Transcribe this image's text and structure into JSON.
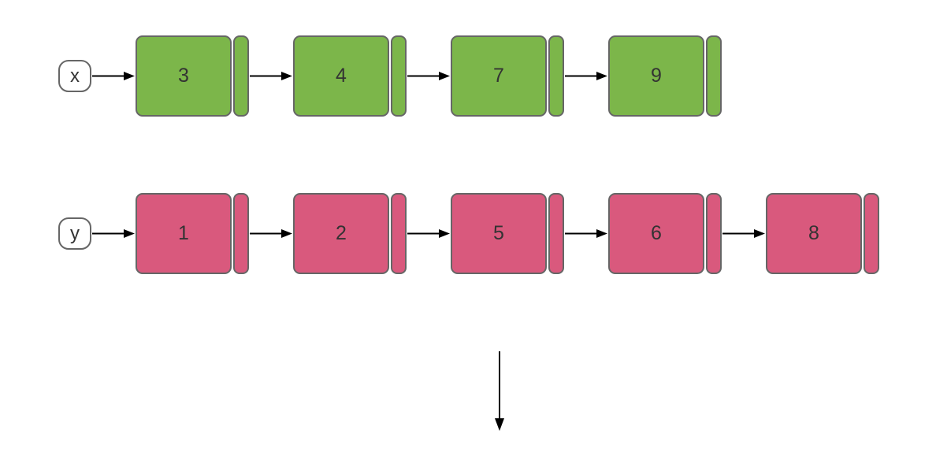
{
  "diagram": {
    "type": "linked-list-merge",
    "background_color": "#ffffff",
    "colors": {
      "green_node": "#7CB64A",
      "pink_node": "#D9597D",
      "node_border": "#666666",
      "arrow": "#000000",
      "label_text": "#333333",
      "pointer_fill": "#ffffff"
    },
    "lists": [
      {
        "pointer_label": "x",
        "node_color": "#7CB64A",
        "values": [
          "3",
          "4",
          "7",
          "9"
        ]
      },
      {
        "pointer_label": "y",
        "node_color": "#D9597D",
        "values": [
          "1",
          "2",
          "5",
          "6",
          "8"
        ]
      }
    ],
    "icons": {
      "merge_indicator": "down-arrow-icon"
    }
  }
}
